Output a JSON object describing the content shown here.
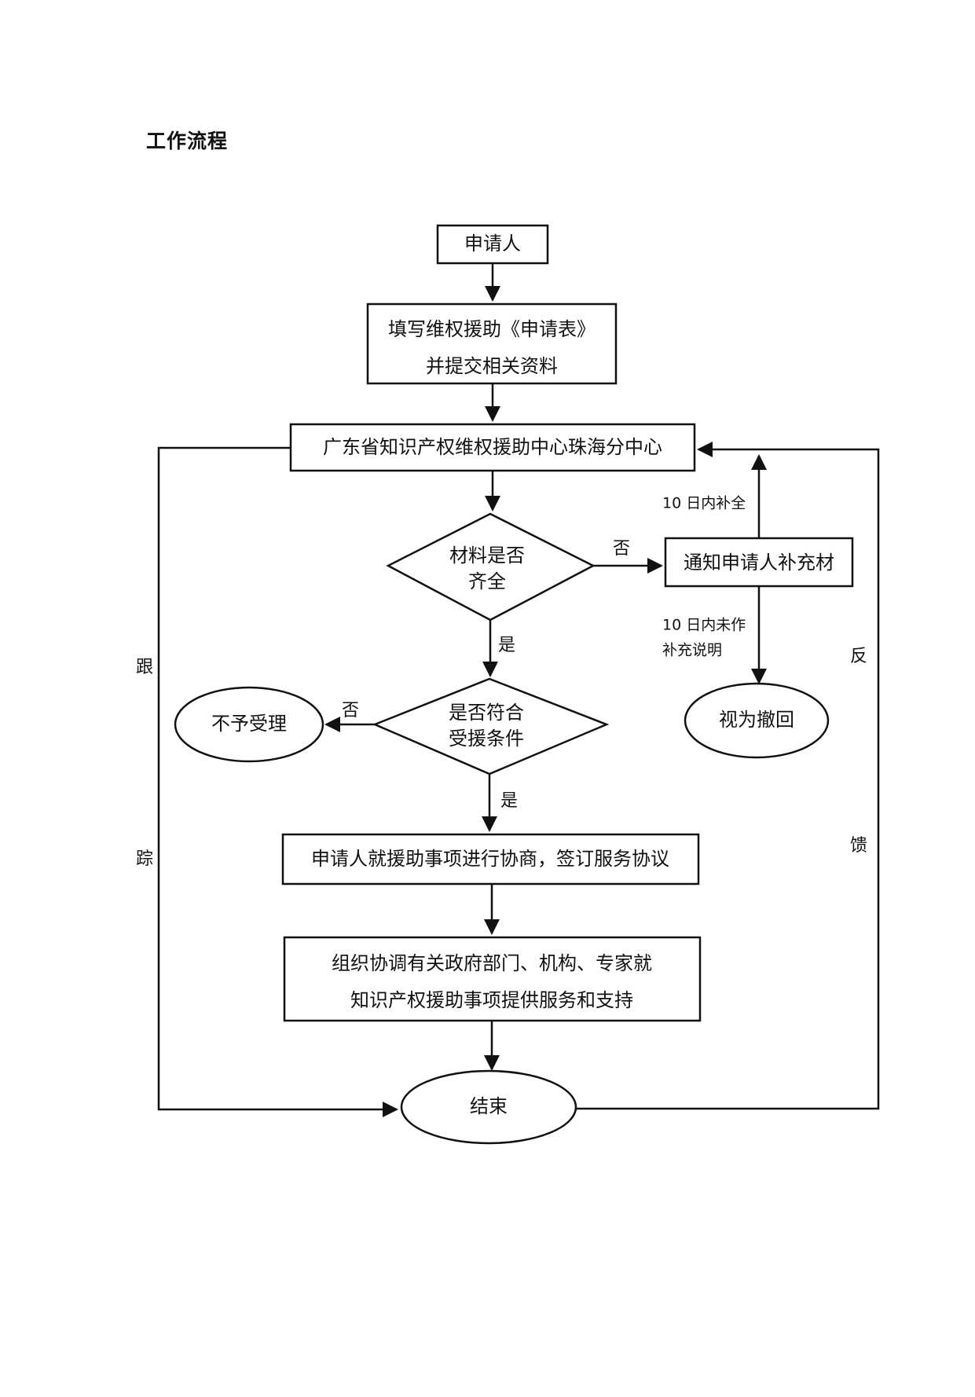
{
  "title": "工作流程",
  "nodes": {
    "applicant": "申请人",
    "fill_form": [
      "填写维权援助《申请表》",
      "并提交相关资料"
    ],
    "center": "广东省知识产权维权援助中心珠海分中心",
    "materials_complete": [
      "材料是否",
      "齐全"
    ],
    "notify_supplement": "通知申请人补充材",
    "eligibility": [
      "是否符合",
      "受援条件"
    ],
    "not_accepted": "不予受理",
    "withdrawn": "视为撤回",
    "negotiate": "申请人就援助事项进行协商，签订服务协议",
    "coordinate": [
      "组织协调有关政府部门、机构、专家就",
      "知识产权援助事项提供服务和支持"
    ],
    "end": "结束"
  },
  "edge_labels": {
    "yes": "是",
    "no": "否",
    "supplement_within": "10 日内补全",
    "not_supplemented": [
      "10  日内未作",
      "补充说明"
    ]
  },
  "side_labels": {
    "follow_up": [
      "跟",
      "踪"
    ],
    "feedback": [
      "反",
      "馈"
    ]
  }
}
